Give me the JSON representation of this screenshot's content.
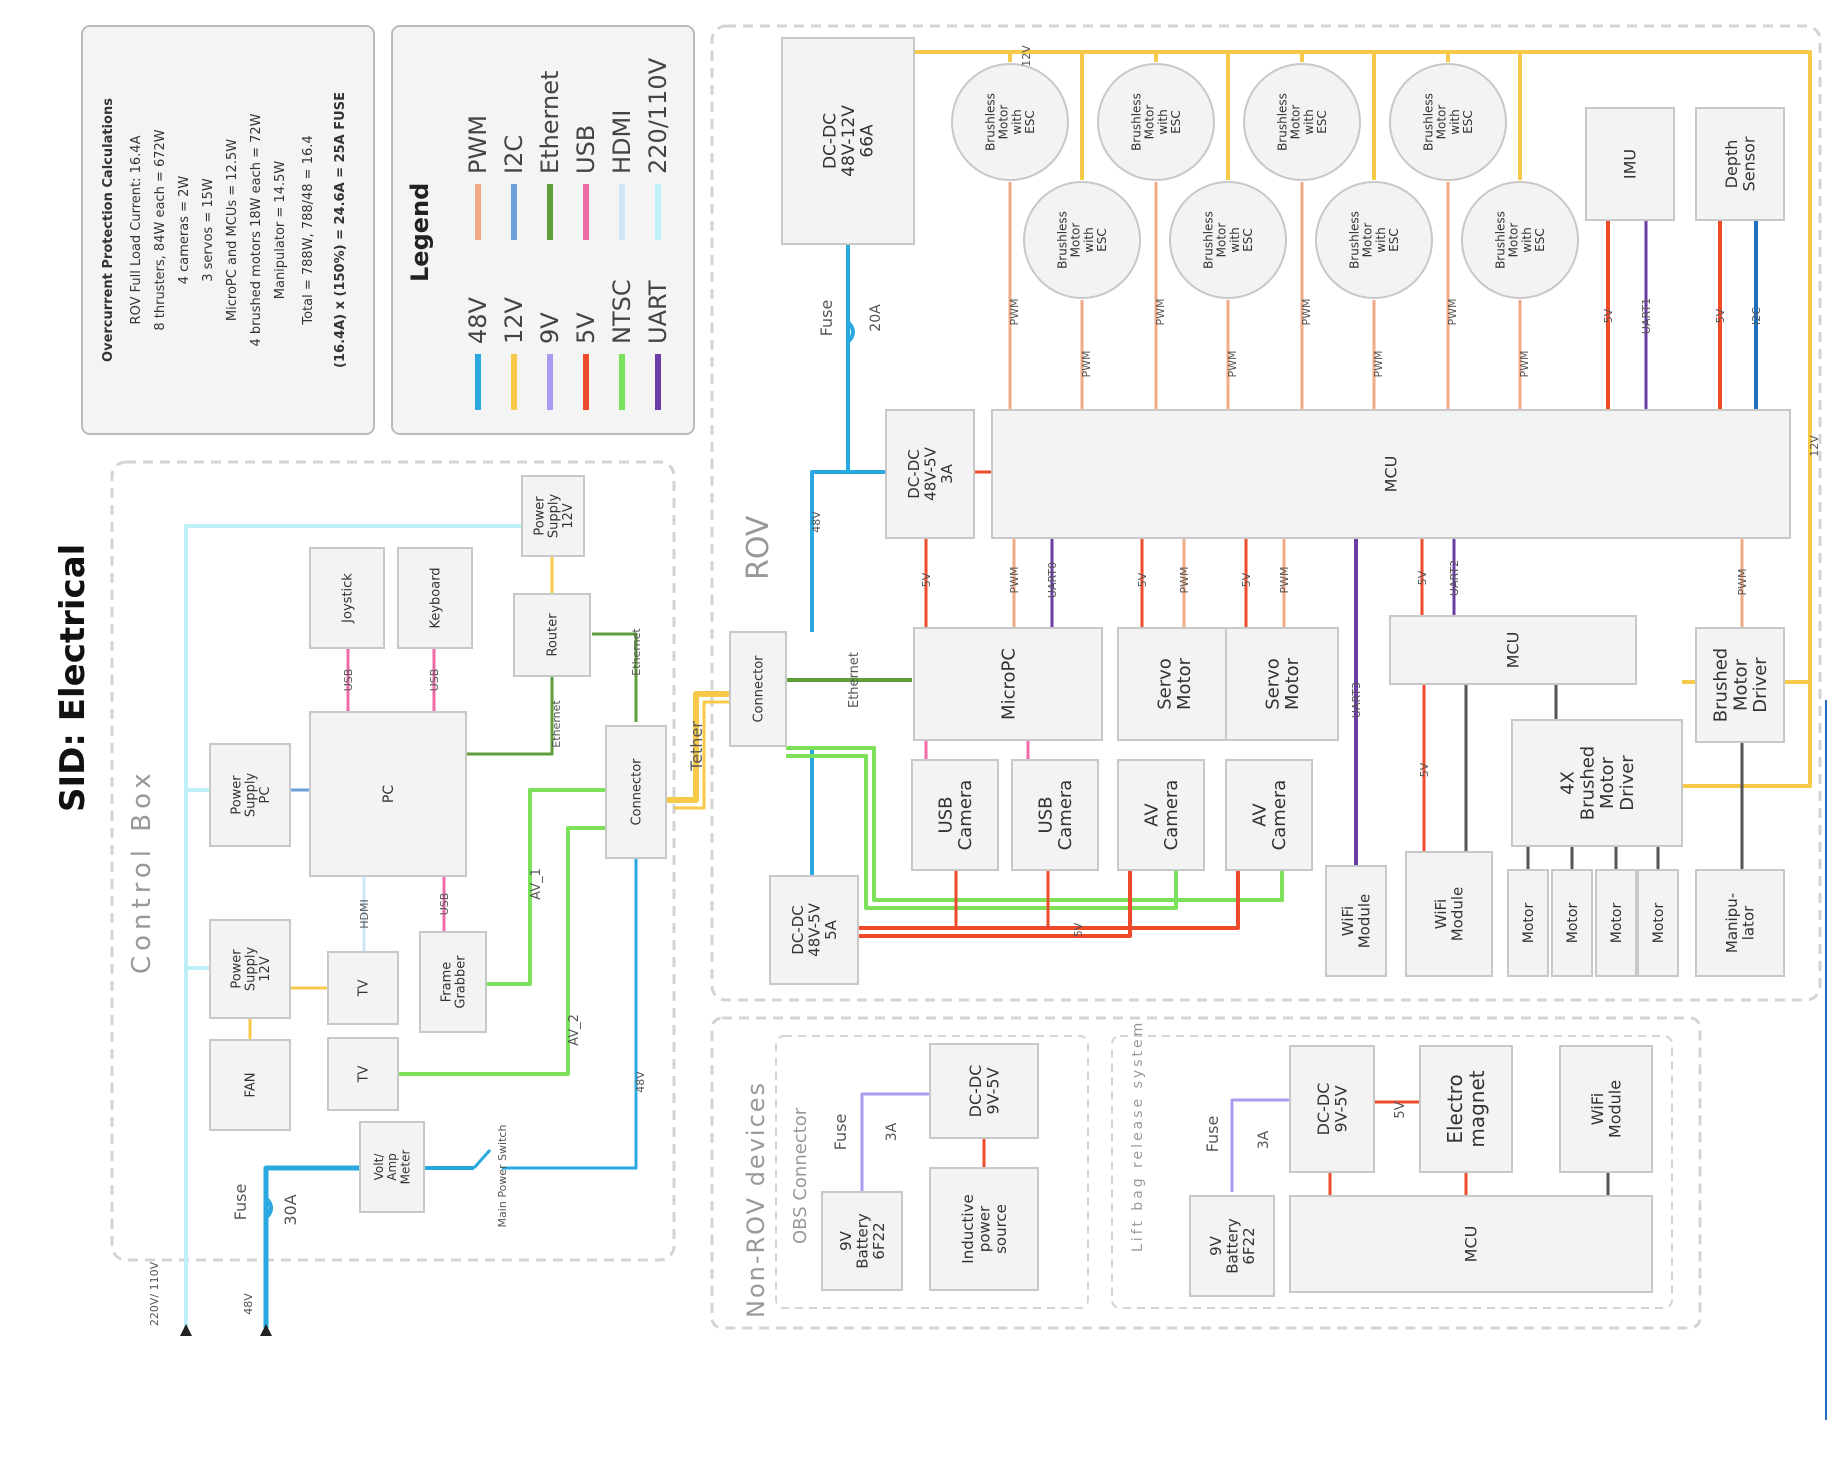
{
  "title": "SID: Electrical",
  "legend": {
    "heading": "Legend",
    "items": [
      {
        "label": "48V",
        "color": "#29a9e0"
      },
      {
        "label": "12V",
        "color": "#f7c948"
      },
      {
        "label": "9V",
        "color": "#a99cf0"
      },
      {
        "label": "5V",
        "color": "#ee4a2b"
      },
      {
        "label": "NTSC",
        "color": "#7be05a"
      },
      {
        "label": "UART",
        "color": "#6a3da6"
      },
      {
        "label": "PWM",
        "color": "#f2a985"
      },
      {
        "label": "I2C",
        "color": "#6f9fd8"
      },
      {
        "label": "Ethernet",
        "color": "#5f9e3a"
      },
      {
        "label": "USB",
        "color": "#f06aa8"
      },
      {
        "label": "HDMI",
        "color": "#cfe6f7"
      },
      {
        "label": "220/110V",
        "color": "#bff0f7"
      }
    ]
  },
  "overcurrent": {
    "heading": "Overcurrent Protection Calculations",
    "lines": [
      "ROV Full Load Current: 16.4A",
      "8 thrusters, 84W each = 672W",
      "4 cameras = 2W",
      "3 servos = 15W",
      "MicroPC and MCUs = 12.5W",
      "4 brushed motors 18W each = 72W",
      "Manipulator = 14.5W",
      "Total = 788W, 788/48 = 16.4",
      "(16.4A) x (150%) = 24.6A = 25A FUSE"
    ]
  },
  "control_box": {
    "label": "Control Box",
    "power_supply_12v_top": "Power Supply 12V",
    "joystick": "Joystick",
    "keyboard": "Keyboard",
    "router": "Router",
    "power_supply_pc": "Power Supply PC",
    "pc": "PC",
    "connector": "Connector",
    "power_supply_12v": "Power Supply 12V",
    "tv_1": "TV",
    "frame_grabber": "Frame Grabber",
    "tv_2": "TV",
    "fan": "FAN",
    "volt_amp_meter": "Volt/ Amp Meter",
    "main_power_switch": "Main Power Switch",
    "fuse_label": "Fuse",
    "fuse_rating": "30A",
    "input_ac": "220V/ 110V",
    "input_48v": "48V",
    "wire_usb_1": "USB",
    "wire_usb_2": "USB",
    "wire_usb_3": "USB",
    "wire_hdmi": "HDMI",
    "wire_ethernet_1": "Ethernet",
    "wire_ethernet_2": "Ethernet",
    "wire_av1": "AV_1",
    "wire_av2": "AV_2",
    "wire_48v": "48V"
  },
  "tether": "Tether",
  "rov": {
    "label": "ROV",
    "dcdc_12v": "DC-DC 48V-12V 66A",
    "fuse_label": "Fuse",
    "fuse_rating": "20A",
    "wire_12v_top": "12V",
    "wire_12v_right": "12V",
    "motor_esc": "Brushless Motor with ESC",
    "imu": "IMU",
    "depth_sensor": "Depth Sensor",
    "dcdc_5v_3a": "DC-DC 48V-5V 3A",
    "mcu_main": "MCU",
    "connector": "Connector",
    "wire_48v": "48V",
    "wire_ethernet": "Ethernet",
    "micropc": "MicroPC",
    "servo_1": "Servo Motor",
    "servo_2": "Servo Motor",
    "mcu_2": "MCU",
    "brushed_driver": "Brushed Motor Driver",
    "driver_4x": "4X Brushed Motor Driver",
    "usb_camera_1": "USB Camera",
    "usb_camera_2": "USB Camera",
    "av_camera_1": "AV Camera",
    "av_camera_2": "AV Camera",
    "dcdc_5v_5a": "DC-DC 48V-5V 5A",
    "wifi_1": "WiFi Module",
    "wifi_2": "WiFi Module",
    "motor": "Motor",
    "manipulator": "Manipu- lator",
    "wire_pwm": "PWM",
    "wire_5v": "5V",
    "wire_uart0": "UART0",
    "wire_uart1": "UART1",
    "wire_uart2": "UART2",
    "wire_uart3": "UART3",
    "wire_i2c": "I2C"
  },
  "non_rov": {
    "label": "Non-ROV devices",
    "obs_label": "OBS Connector",
    "obs_fuse": "Fuse",
    "obs_fuse_rating": "3A",
    "obs_dcdc": "DC-DC 9V-5V",
    "obs_battery": "9V Battery 6F22",
    "obs_inductive": "Inductive power source",
    "lift_label": "Lift bag release system",
    "lift_fuse": "Fuse",
    "lift_fuse_rating": "3A",
    "lift_dcdc": "DC-DC 9V-5V",
    "lift_wire_5v": "5V",
    "lift_magnet": "Electro magnet",
    "lift_wifi": "WiFi Module",
    "lift_battery": "9V Battery 6F22",
    "lift_mcu": "MCU"
  }
}
